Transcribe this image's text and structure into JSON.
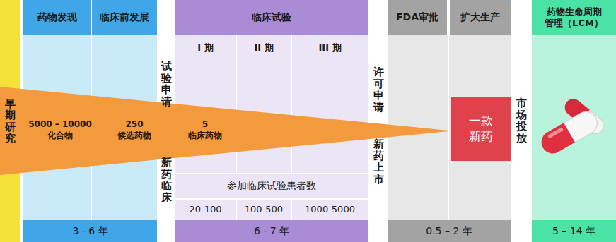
{
  "diagram": {
    "nodes": [
      {
        "text": [
          "早期研究"
        ]
      },
      {
        "text": [
          "药物发现"
        ]
      },
      {
        "text": [
          "临床前发展"
        ]
      },
      {
        "text": [
          "临床试验"
        ]
      },
      {
        "text": [
          "FDA审批"
        ]
      },
      {
        "text": [
          "扩大生产"
        ]
      },
      {
        "text": [
          "药物生命周期 管理（LCM）"
        ]
      },
      {
        "text": [
          "I 期"
        ]
      },
      {
        "text": [
          "II 期"
        ]
      },
      {
        "text": [
          "III 期"
        ]
      },
      {
        "text": [
          "5000 – 10000 化合物",
          "250 候选药物",
          "5 临床药物"
        ]
      },
      {
        "text": [
          "一款 新药"
        ]
      },
      {
        "text": [
          "参加临床试验患者数"
        ]
      },
      {
        "text": [
          "20-100"
        ]
      },
      {
        "text": [
          "100-500"
        ]
      },
      {
        "text": [
          "1000-5000"
        ]
      },
      {
        "text": [
          "3 - 6 年"
        ]
      },
      {
        "text": [
          "6 - 7 年"
        ]
      },
      {
        "text": [
          "0.5 – 2 年"
        ]
      },
      {
        "text": [
          "5 – 14 年"
        ]
      }
    ],
    "labels": [
      "试验申请",
      "新药临床",
      "许可申请",
      "新药上市",
      "市场投放"
    ]
  }
}
